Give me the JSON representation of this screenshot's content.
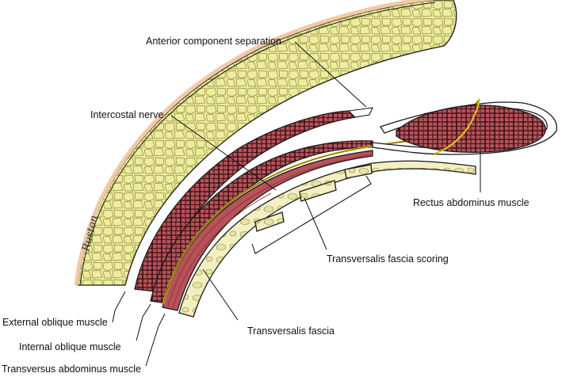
{
  "labels": {
    "anterior_component_separation": "Anterior component separation",
    "intercostal_nerve": "Intercostal nerve",
    "rectus_abdominus_muscle": "Rectus abdominus muscle",
    "transversalis_fascia_scoring": "Transversalis fascia scoring",
    "transversalis_fascia": "Transversalis fascia",
    "external_oblique_muscle": "External oblique muscle",
    "internal_oblique_muscle": "Internal oblique muscle",
    "transversus_abdominus_muscle": "Transversus abdominus muscle"
  },
  "artist_signature": "Ruston",
  "colors": {
    "fat": "#ecea9c",
    "fat_lobule_stroke": "#8f8a3a",
    "skin": "#f2c9a6",
    "muscle": "#b8525a",
    "muscle_cell_stroke": "#5a1e22",
    "fascia": "#f3efc2",
    "nerve": "#d9c21a",
    "outline": "#1a1a1a"
  }
}
